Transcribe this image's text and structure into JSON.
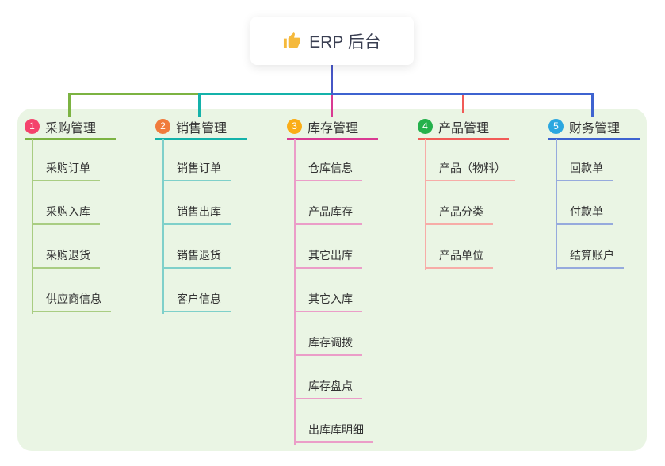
{
  "root": {
    "label": "ERP 后台",
    "icon": "thumbs-up"
  },
  "colors": {
    "trunk": "#4656C6",
    "panel_bg": "#EAF5E4",
    "root_text": "#3A3F52",
    "item_text": "#333333",
    "thumb_icon": "#F5B93C"
  },
  "branches": [
    {
      "num": "1",
      "label": "采购管理",
      "badge_color": "#F4436C",
      "line_color": "#7CB342",
      "sub_line_color": "#A9CD82",
      "items": [
        "采购订单",
        "采购入库",
        "采购退货",
        "供应商信息"
      ]
    },
    {
      "num": "2",
      "label": "销售管理",
      "badge_color": "#F07B3C",
      "line_color": "#14B2AA",
      "sub_line_color": "#7FD0CA",
      "items": [
        "销售订单",
        "销售出库",
        "销售退货",
        "客户信息"
      ]
    },
    {
      "num": "3",
      "label": "库存管理",
      "badge_color": "#FAAD17",
      "line_color": "#D93A92",
      "sub_line_color": "#EB9DC8",
      "items": [
        "仓库信息",
        "产品库存",
        "其它出库",
        "其它入库",
        "库存调拨",
        "库存盘点",
        "出库库明细"
      ]
    },
    {
      "num": "4",
      "label": "产品管理",
      "badge_color": "#25B14C",
      "line_color": "#F15B57",
      "sub_line_color": "#F7ACA7",
      "items": [
        "产品（物料）",
        "产品分类",
        "产品单位"
      ]
    },
    {
      "num": "5",
      "label": "财务管理",
      "badge_color": "#2BA7E0",
      "line_color": "#3E63D0",
      "sub_line_color": "#96AADD",
      "items": [
        "回款单",
        "付款单",
        "结算账户"
      ]
    }
  ]
}
